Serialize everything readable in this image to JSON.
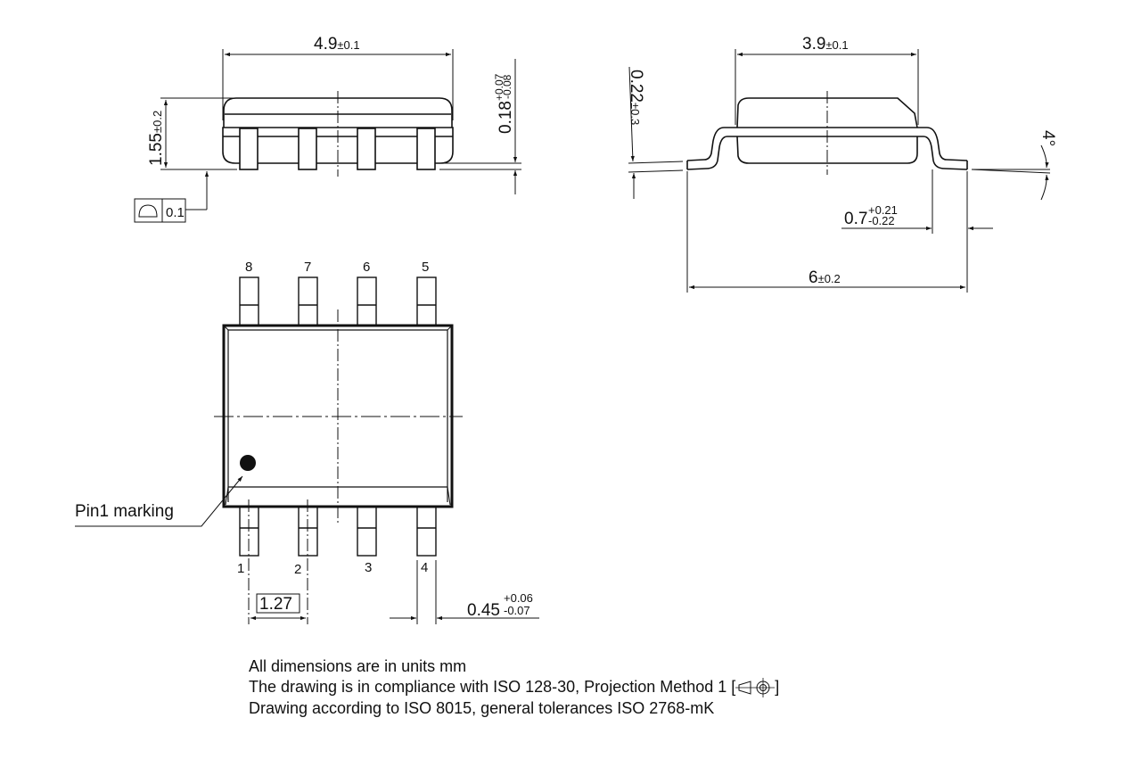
{
  "drawing": {
    "type": "SOIC-8 package outline drawing",
    "stroke_color": "#111111",
    "background": "#ffffff"
  },
  "side_view": {
    "length": {
      "value": "4.9",
      "tol": "±0.1"
    },
    "height": {
      "value": "1.55",
      "tol": "±0.2"
    },
    "standoff": {
      "value": "0.18",
      "tol_plus": "+0.07",
      "tol_minus": "-0.08"
    },
    "flatness": {
      "symbol": "flatness-profile",
      "value": "0.1"
    }
  },
  "end_view": {
    "body_width": {
      "value": "3.9",
      "tol": "±0.1"
    },
    "lead_thickness": {
      "value": "0.22",
      "tol": "±0.3"
    },
    "lead_angle": {
      "value": "4°"
    },
    "foot_length": {
      "value": "0.7",
      "tol_plus": "+0.21",
      "tol_minus": "-0.22"
    },
    "overall_width": {
      "value": "6",
      "tol": "±0.2"
    }
  },
  "top_view": {
    "pins_top": [
      "8",
      "7",
      "6",
      "5"
    ],
    "pins_bottom": [
      "1",
      "2",
      "3",
      "4"
    ],
    "pin1_label": "Pin1 marking",
    "pitch": {
      "value": "1.27"
    },
    "lead_width": {
      "value": "0.45",
      "tol_plus": "+0.06",
      "tol_minus": "-0.07"
    }
  },
  "notes": [
    "All dimensions are in units mm",
    "The drawing is in compliance with ISO 128-30, Projection Method 1 [",
    "Drawing according to ISO 8015, general tolerances ISO 2768-mK"
  ],
  "notes_suffix": "]"
}
